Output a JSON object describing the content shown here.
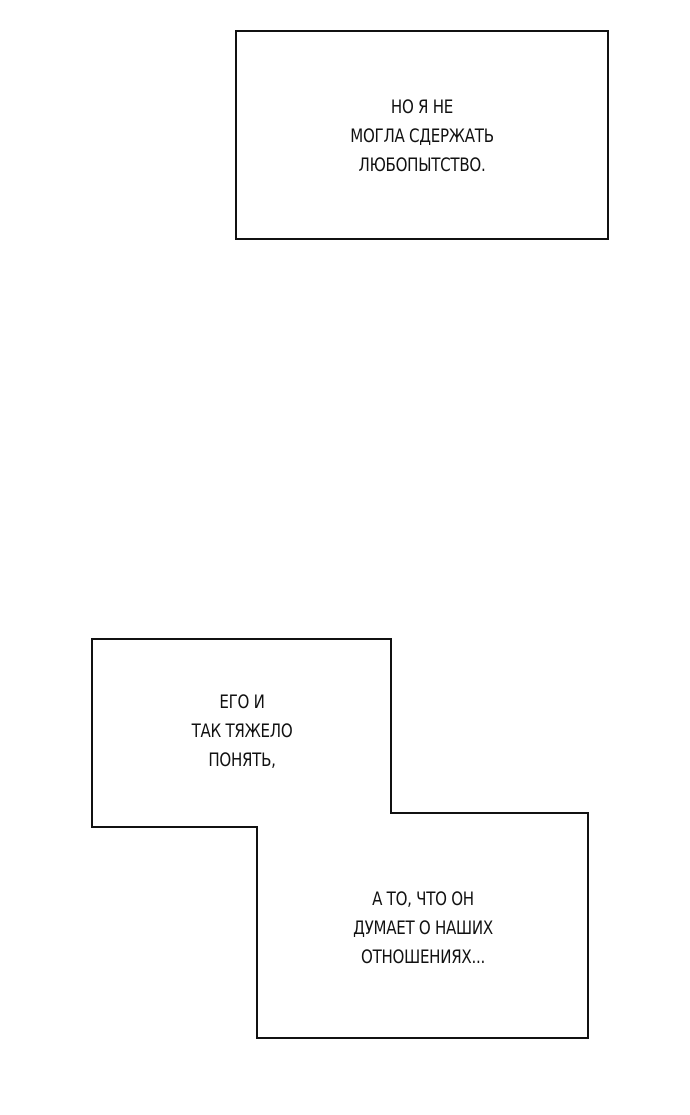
{
  "panels": [
    {
      "text": "НО Я НЕ\nМОГЛА СДЕРЖАТЬ\nЛЮБОПЫТСТВО."
    },
    {
      "text": "ЕГО И\nТАК ТЯЖЕЛО\nПОНЯТЬ,"
    },
    {
      "text": "А ТО, ЧТО ОН\nДУМАЕТ О НАШИХ\nОТНОШЕНИЯХ..."
    }
  ]
}
